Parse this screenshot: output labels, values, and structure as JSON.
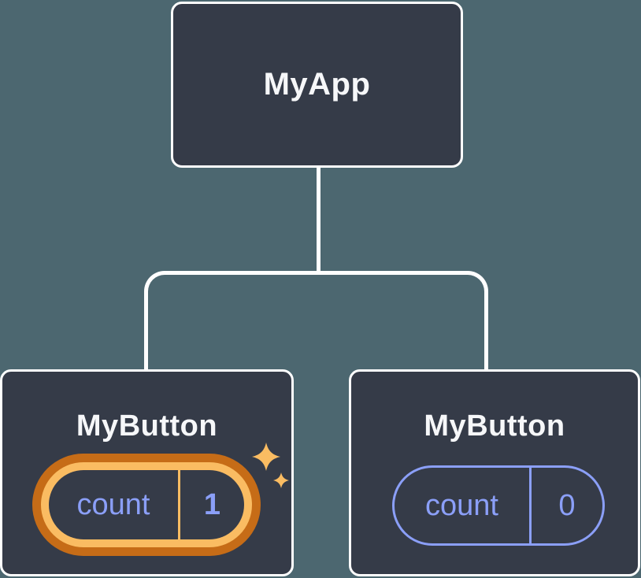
{
  "diagram": {
    "type": "component-tree",
    "colors": {
      "background": "#4C6770",
      "node_fill": "#353B48",
      "node_border": "#FFFFFF",
      "connector": "#FFFFFF",
      "title_text": "#F6F7F9",
      "state_purple": "#8B9FF8",
      "highlight_orange_dark": "#C66C17",
      "highlight_orange_light": "#FABC62"
    },
    "root": {
      "label": "MyApp"
    },
    "children": [
      {
        "label": "MyButton",
        "highlighted": true,
        "icon": "sparkles-icon",
        "state": {
          "key": "count",
          "value": "1"
        }
      },
      {
        "label": "MyButton",
        "highlighted": false,
        "state": {
          "key": "count",
          "value": "0"
        }
      }
    ]
  }
}
